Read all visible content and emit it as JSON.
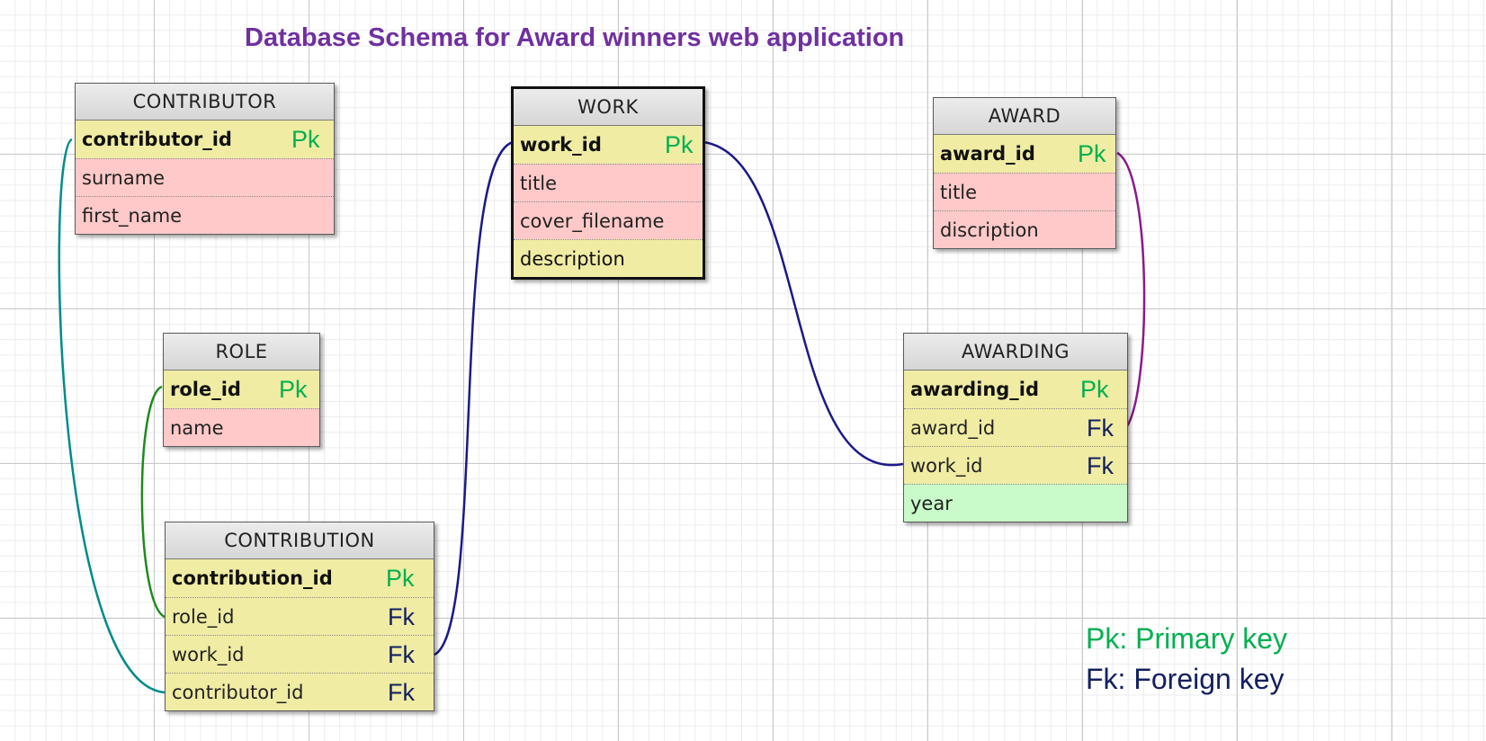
{
  "title": "Database Schema for Award winners web application",
  "colors": {
    "title": "#7030a0",
    "pk_badge": "#00b050",
    "fk_badge": "#142060",
    "pk_field_bg": "#f0eca4",
    "attr_field_bg": "#ffc9c9",
    "plain_field_bg": "#c9fac9",
    "link_contributor": "#008b8b",
    "link_role": "#1e8b1e",
    "link_work": "#1a1a8a",
    "link_award": "#8b1a8b"
  },
  "entities": {
    "contributor": {
      "name": "CONTRIBUTOR",
      "fields": [
        {
          "name": "contributor_id",
          "key": "Pk"
        },
        {
          "name": "surname",
          "key": ""
        },
        {
          "name": "first_name",
          "key": ""
        }
      ]
    },
    "work": {
      "name": "WORK",
      "fields": [
        {
          "name": "work_id",
          "key": "Pk"
        },
        {
          "name": "title",
          "key": ""
        },
        {
          "name": "cover_filename",
          "key": ""
        },
        {
          "name": "description",
          "key": ""
        }
      ]
    },
    "award": {
      "name": "AWARD",
      "fields": [
        {
          "name": "award_id",
          "key": "Pk"
        },
        {
          "name": "title",
          "key": ""
        },
        {
          "name": "discription",
          "key": ""
        }
      ]
    },
    "role": {
      "name": "ROLE",
      "fields": [
        {
          "name": "role_id",
          "key": "Pk"
        },
        {
          "name": "name",
          "key": ""
        }
      ]
    },
    "awarding": {
      "name": "AWARDING",
      "fields": [
        {
          "name": "awarding_id",
          "key": "Pk"
        },
        {
          "name": "award_id",
          "key": "Fk"
        },
        {
          "name": "work_id",
          "key": "Fk"
        },
        {
          "name": "year",
          "key": ""
        }
      ]
    },
    "contribution": {
      "name": "CONTRIBUTION",
      "fields": [
        {
          "name": "contribution_id",
          "key": "Pk"
        },
        {
          "name": "role_id",
          "key": "Fk"
        },
        {
          "name": "work_id",
          "key": "Fk"
        },
        {
          "name": "contributor_id",
          "key": "Fk"
        }
      ]
    }
  },
  "relationships": [
    {
      "from": "contribution.contributor_id",
      "to": "contributor.contributor_id"
    },
    {
      "from": "contribution.role_id",
      "to": "role.role_id"
    },
    {
      "from": "contribution.work_id",
      "to": "work.work_id"
    },
    {
      "from": "awarding.work_id",
      "to": "work.work_id"
    },
    {
      "from": "awarding.award_id",
      "to": "award.award_id"
    }
  ],
  "legend": {
    "pk": "Pk: Primary key",
    "fk": "Fk: Foreign key"
  }
}
